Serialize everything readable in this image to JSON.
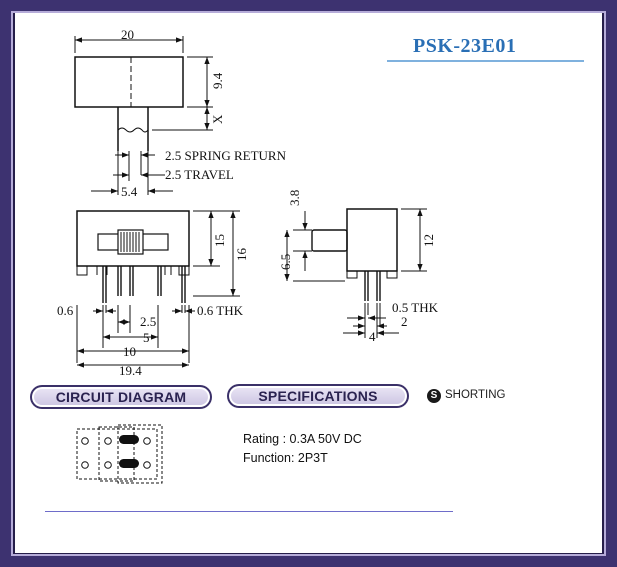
{
  "model": "PSK-23E01",
  "sections": {
    "circuit_diagram": "CIRCUIT DIAGRAM",
    "specifications": "SPECIFICATIONS",
    "shorting": "SHORTING",
    "shorting_symbol": "S"
  },
  "specs": {
    "rating": "Rating : 0.3A 50V DC",
    "function": "Function: 2P3T"
  },
  "dimensions": {
    "top_width": "20",
    "body_height": "9.4",
    "x": "X",
    "spring_return": "2.5 SPRING RETURN",
    "travel": "2.5 TRAVEL",
    "offset": "5.4",
    "lever_height": "3.8",
    "height_15": "15",
    "height_16": "16",
    "side_height": "12",
    "side_6_5": "6.5",
    "pin_thk_left": "0.6",
    "pin_pitch": "2.5",
    "pin_5": "5",
    "pin_10": "10",
    "thk_right": "0.6 THK",
    "base_width": "19.4",
    "side_thk": "0.5 THK",
    "side_2": "2",
    "side_4": "4"
  },
  "colors": {
    "frame": "#3d3270",
    "accent": "#2a6fb5",
    "rule": "#6e6cc9"
  }
}
